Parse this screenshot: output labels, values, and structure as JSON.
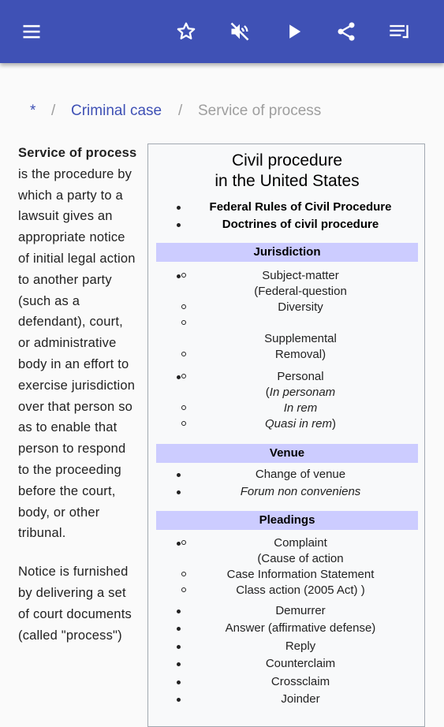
{
  "appbar": {
    "icons": [
      "menu-icon",
      "star-icon",
      "volume-off-icon",
      "play-icon",
      "share-icon",
      "playlist-icon"
    ],
    "color": "#3f51b5"
  },
  "breadcrumb": {
    "home": "*",
    "sep": "/",
    "link": "Criminal case",
    "current": "Service of process"
  },
  "article": {
    "p1_bold": "Service of process",
    "p1_rest": " is the procedure by which a party to a lawsuit gives an appropriate notice of initial legal action to another party (such as a defendant), court, or administrative body in an effort to exercise jurisdiction over that person so as to enable that person to respond to the proceeding before the court, body, or other tribunal.",
    "p2": "Notice is furnished by delivering a set of court documents (called \"process\")"
  },
  "infobox": {
    "title_line1": "Civil procedure",
    "title_line2": "in the United States",
    "top_links": [
      "Federal Rules of Civil Procedure",
      "Doctrines of civil procedure"
    ],
    "sections": {
      "jurisdiction": "Jurisdiction",
      "venue": "Venue",
      "pleadings": "Pleadings"
    },
    "jurisdiction_rows": {
      "subject_matter": "Subject-matter",
      "federal_question": "(Federal-question",
      "diversity": "Diversity",
      "supplemental": "Supplemental",
      "removal": "Removal)",
      "personal": "Personal",
      "in_personam_open": "(",
      "in_personam": "In personam",
      "in_rem": "In rem",
      "quasi_in_rem": "Quasi in rem",
      "quasi_close": ")"
    },
    "venue_rows": [
      "Change of venue",
      "Forum non conveniens"
    ],
    "pleadings_rows": {
      "complaint": "Complaint",
      "cause_of_action": "(Cause of action",
      "case_info": "Case Information Statement",
      "class_action": "Class action (2005 Act) )",
      "demurrer": "Demurrer",
      "answer": "Answer (affirmative defense)",
      "reply": "Reply",
      "counterclaim": "Counterclaim",
      "crossclaim": "Crossclaim",
      "joinder": "Joinder"
    }
  }
}
